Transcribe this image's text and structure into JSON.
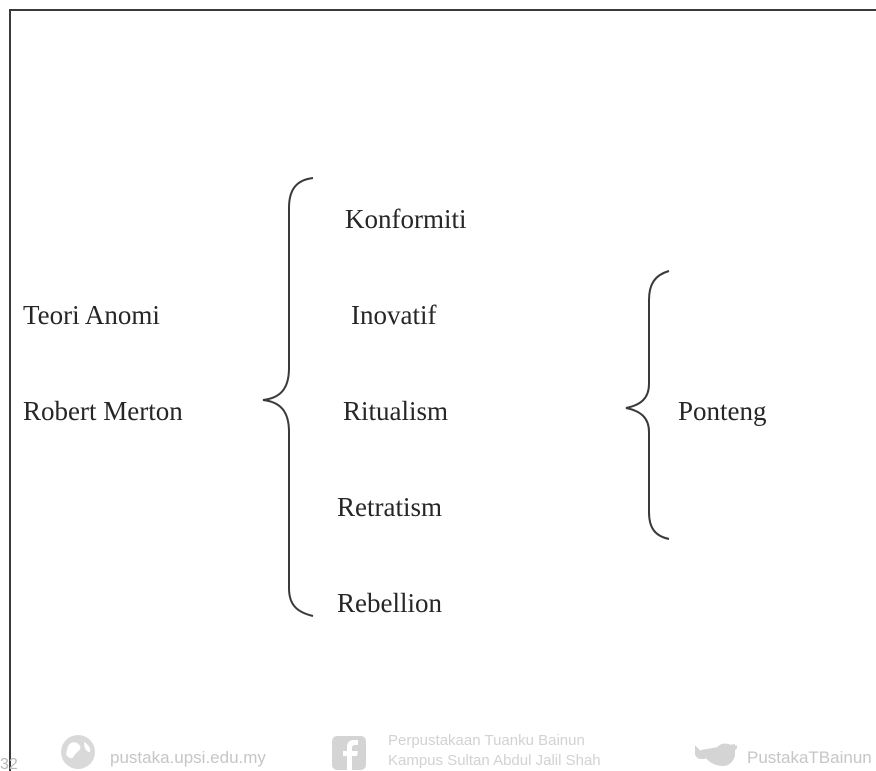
{
  "diagram": {
    "theory": {
      "name": "Teori Anomi",
      "author": "Robert Merton"
    },
    "adaptations": [
      "Konformiti",
      "Inovatif",
      "Ritualism",
      "Retratism",
      "Rebellion"
    ],
    "outcome": "Ponteng"
  },
  "footer": {
    "page_number": "32",
    "website": "pustaka.upsi.edu.my",
    "facebook_line1": "Perpustakaan Tuanku Bainun",
    "facebook_line2": "Kampus Sultan Abdul Jalil Shah",
    "twitter": "PustakaTBainun",
    "website_icon": "globe-icon",
    "facebook_icon": "facebook-icon",
    "twitter_icon": "twitter-icon"
  },
  "colors": {
    "text": "#262626",
    "frame": "#3a3a3a",
    "footer_text": "#c6c6c6"
  }
}
